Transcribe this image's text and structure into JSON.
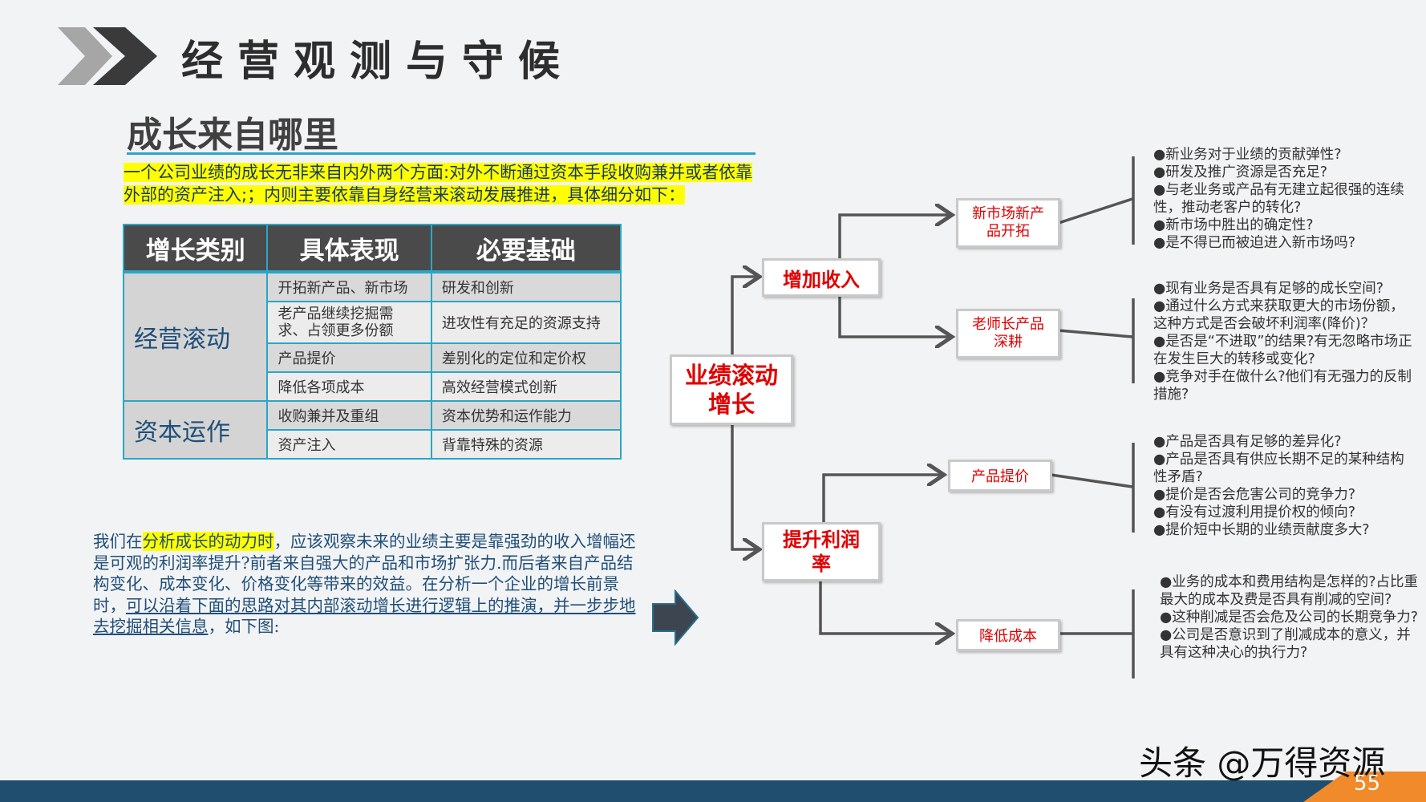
{
  "header": {
    "title": "经营观测与守候"
  },
  "section": {
    "subtitle": "成长来自哪里",
    "intro": "一个公司业绩的成长无非来自内外两个方面:对外不断通过资本手段收购兼并或者依靠外部的资产注入;；内则主要依靠自身经营来滚动发展推进，具体细分如下："
  },
  "table": {
    "headers": [
      "增长类别",
      "具体表现",
      "必要基础"
    ],
    "groups": [
      {
        "name": "经营滚动",
        "rows": [
          [
            "开拓新产品、新市场",
            "研发和创新"
          ],
          [
            "老产品继续挖掘需求、占领更多份额",
            "进攻性有充足的资源支持"
          ],
          [
            "产品提价",
            "差别化的定位和定价权"
          ],
          [
            "降低各项成本",
            "高效经营模式创新"
          ]
        ]
      },
      {
        "name": "资本运作",
        "rows": [
          [
            "收购兼并及重组",
            "资本优势和运作能力"
          ],
          [
            "资产注入",
            "背靠特殊的资源"
          ]
        ]
      }
    ]
  },
  "paragraph": {
    "p1": "我们在",
    "p2": "分析成长的动力时",
    "p3": "，应该观察未来的业绩主要是靠强劲的收入增幅还是可观的利润率提升?前者来自强大的产品和市场扩张力.而后者来自产品结构变化、成本变化、价格变化等带来的效益。在分析一个企业的增长前景时，",
    "p4": "可以沿着下面的思路对其内部滚动增长进行逻辑上的推演，并一步步地去挖掘相关信息",
    "p5": "，如下图:"
  },
  "tree": {
    "root": "业绩滚动增长",
    "mid1": "增加收入",
    "mid2": "提升利润率",
    "leaf1": "新市场新产品开拓",
    "leaf2": "老师长产品深耕",
    "leaf3": "产品提价",
    "leaf4": "降低成本"
  },
  "questions": {
    "q1": [
      "●新业务对于业绩的贡献弹性?",
      "●研发及推广资源是否充足?",
      "●与老业务或产品有无建立起很强的连续性，推动老客户的转化?",
      "●新市场中胜出的确定性?",
      "●是不得已而被迫进入新市场吗?"
    ],
    "q2": [
      "●现有业务是否具有足够的成长空间?",
      "●通过什么方式来获取更大的市场份额，这种方式是否会破坏利润率(降价)？",
      "●是否是“不进取”的结果?有无忽略市场正在发生巨大的转移或变化?",
      "●竞争对手在做什么?他们有无强力的反制措施?"
    ],
    "q3": [
      "●产品是否具有足够的差异化?",
      "●产品是否具有供应长期不足的某种结构性矛盾?",
      "●提价是否会危害公司的竞争力?",
      "●有没有过渡利用提价权的倾向?",
      "●提价短中长期的业绩贡献度多大?"
    ],
    "q4": [
      "●业务的成本和费用结构是怎样的?占比重最大的成本及费是否具有削减的空间?",
      "●这种削减是否会危及公司的长期竞争力?",
      "●公司是否意识到了削减成本的意义，并具有这种决心的执行力?"
    ]
  },
  "footer": {
    "watermark": "头条 @万得资源",
    "page": "55"
  },
  "colors": {
    "accent": "#2aa6c7",
    "highlight": "#ffff00",
    "red": "#e00000",
    "dark": "#4a4a4a"
  }
}
